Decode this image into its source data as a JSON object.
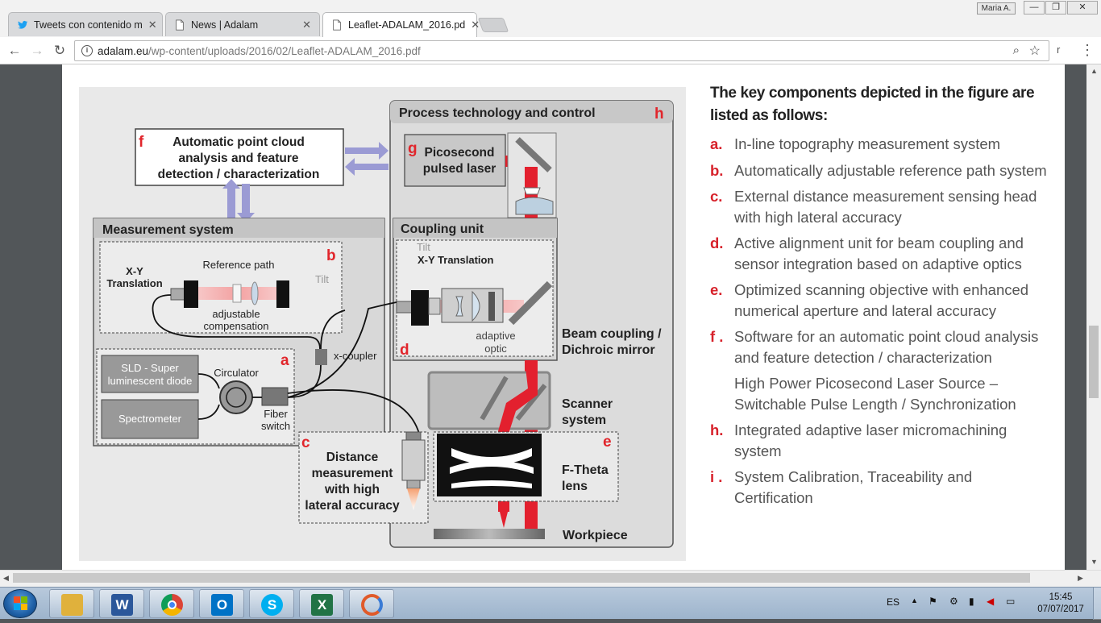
{
  "browser": {
    "tabs": [
      {
        "label": "Tweets con contenido m",
        "icon": "twitter-icon"
      },
      {
        "label": "News | Adalam",
        "icon": "page-icon"
      },
      {
        "label": "Leaflet-ADALAM_2016.pd",
        "icon": "page-icon"
      }
    ],
    "user": "Maria A.",
    "url_domain": "adalam.eu",
    "url_path": "/wp-content/uploads/2016/02/Leaflet-ADALAM_2016.pdf",
    "ext_label": "r"
  },
  "figure": {
    "process": "Process technology and control",
    "f_text": [
      "Automatic point cloud",
      "analysis and feature",
      "detection / characterization"
    ],
    "g_text": [
      "Picosecond",
      "pulsed laser"
    ],
    "measurement": "Measurement system",
    "coupling": "Coupling unit",
    "xy_left": [
      "X-Y",
      "Translation"
    ],
    "ref_path": "Reference path",
    "tilt": "Tilt",
    "adj_comp": [
      "adjustable",
      "compensation"
    ],
    "tilt2": "Tilt",
    "xy_trans": "X-Y Translation",
    "adaptive": [
      "adaptive",
      "optic"
    ],
    "beam": [
      "Beam coupling /",
      "Dichroic mirror"
    ],
    "sld": [
      "SLD - Super",
      "luminescent diode"
    ],
    "spectro": "Spectrometer",
    "circ": "Circulator",
    "fiber": [
      "Fiber",
      "switch"
    ],
    "xcoupler": "x-coupler",
    "scanner": [
      "Scanner",
      "system"
    ],
    "distance": [
      "Distance",
      "measurement",
      "with high",
      "lateral accuracy"
    ],
    "ftheta": [
      "F-Theta",
      "lens"
    ],
    "workpiece": "Workpiece",
    "letters": {
      "a": "a",
      "b": "b",
      "c": "c",
      "d": "d",
      "e": "e",
      "f": "f",
      "g": "g",
      "h": "h"
    }
  },
  "key_components": {
    "heading": "The key components depicted in the figure are listed as follows:",
    "items": [
      {
        "letter": "a.",
        "text": "In-line topography measurement system"
      },
      {
        "letter": "b.",
        "text": "Automatically adjustable reference path system"
      },
      {
        "letter": "c.",
        "text": "External distance measurement sensing head with high lateral accuracy"
      },
      {
        "letter": "d.",
        "text": "Active alignment unit for beam coupling and sensor integration based on adaptive optics"
      },
      {
        "letter": "e.",
        "text": "Optimized scanning objective with enhanced numerical aperture and lateral accuracy"
      },
      {
        "letter": "f .",
        "text": "Software for an automatic point cloud analysis and feature detection / characterization"
      },
      {
        "letter": "",
        "text": "High Power Picosecond Laser Source – Switchable Pulse Length / Synchronization"
      },
      {
        "letter": "h.",
        "text": "Integrated adaptive laser micromachining system"
      },
      {
        "letter": "i .",
        "text": "System Calibration, Traceability and Certification"
      }
    ]
  },
  "taskbar": {
    "lang": "ES",
    "time": "15:45",
    "date": "07/07/2017",
    "apps": [
      {
        "name": "file-explorer",
        "color": "#e0b13c",
        "glyph": ""
      },
      {
        "name": "word",
        "color": "#2b579a",
        "glyph": "W"
      },
      {
        "name": "chrome",
        "color": "#db4437",
        "glyph": ""
      },
      {
        "name": "outlook",
        "color": "#0072c6",
        "glyph": "O"
      },
      {
        "name": "skype",
        "color": "#00aff0",
        "glyph": "S"
      },
      {
        "name": "excel",
        "color": "#217346",
        "glyph": "X"
      },
      {
        "name": "app",
        "color": "#e05a2a",
        "glyph": ""
      }
    ]
  }
}
